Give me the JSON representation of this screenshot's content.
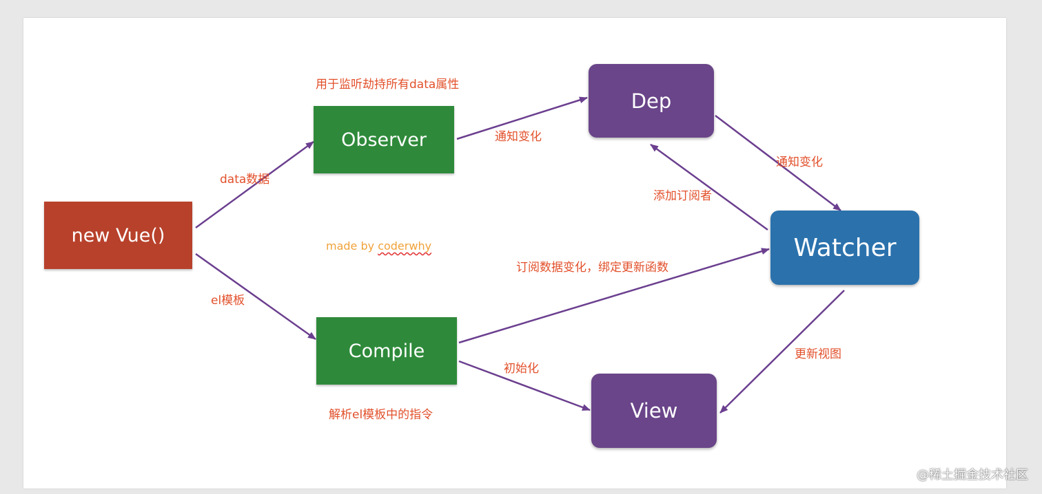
{
  "nodes": {
    "new_vue": "new Vue()",
    "observer": "Observer",
    "compile": "Compile",
    "dep": "Dep",
    "view": "View",
    "watcher": "Watcher"
  },
  "labels": {
    "observer_desc": "用于监听劫持所有data属性",
    "data_data": "data数据",
    "el_template": "el模板",
    "notify_change_1": "通知变化",
    "notify_change_2": "通知变化",
    "add_subscriber": "添加订阅者",
    "subscribe_bind": "订阅数据变化，绑定更新函数",
    "initialize": "初始化",
    "compile_desc": "解析el模板中的指令",
    "update_view": "更新视图"
  },
  "credit": {
    "prefix": "made by ",
    "author": "coderwhy"
  },
  "watermark": "@稀土掘金技术社区",
  "colors": {
    "vue_box": "#b8412b",
    "green_box": "#2e8a3a",
    "purple_box": "#6a4589",
    "blue_box": "#2b72ad",
    "arrow": "#6b3f8f",
    "label_text": "#e2502b"
  }
}
